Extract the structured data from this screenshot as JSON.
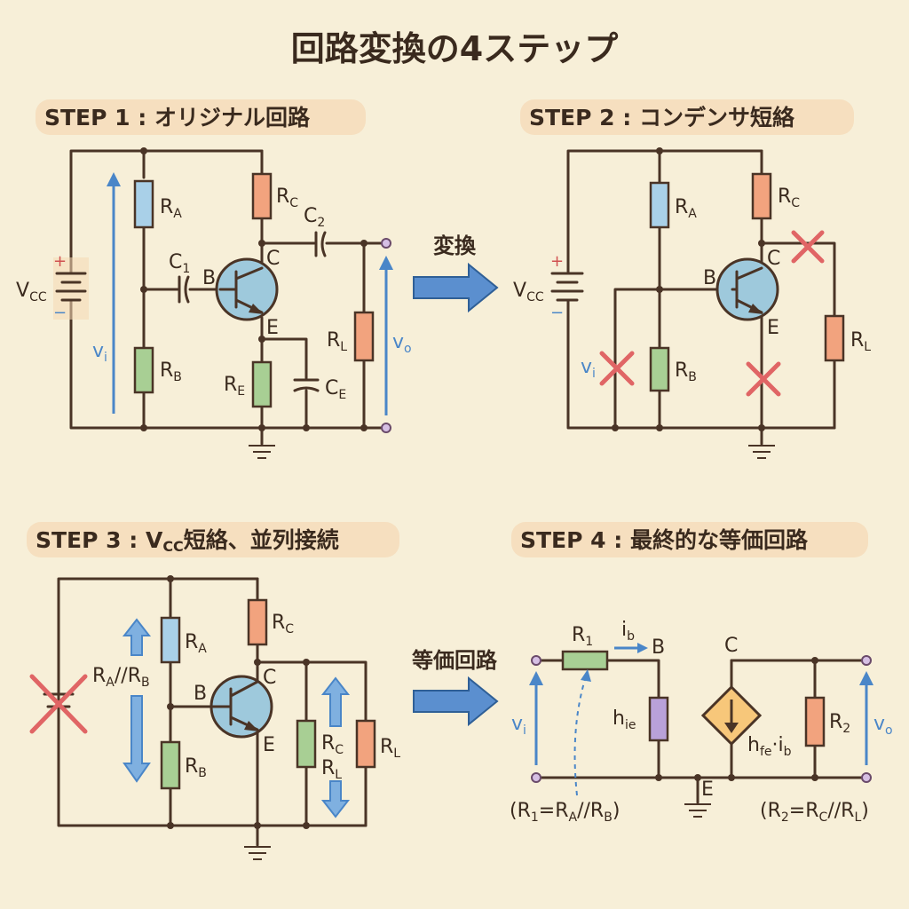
{
  "title": "回路変換の4ステップ",
  "steps": [
    {
      "label": "STEP 1 : オリジナル回路"
    },
    {
      "label": "STEP 2 : コンデンサ短絡"
    },
    {
      "label": "STEP 3 : V",
      "sub": "CC",
      "suffix": "短絡、並列接続"
    },
    {
      "label": "STEP 4 : 最終的な等価回路"
    }
  ],
  "arrows": {
    "a1": "変換",
    "a3": "等価回路"
  },
  "labels": {
    "R": "R",
    "V": "V",
    "v": "v",
    "i": "i",
    "h": "h",
    "C": "C",
    "sub_A": "A",
    "sub_B": "B",
    "sub_C": "C",
    "sub_E": "E",
    "sub_L": "L",
    "sub_CC": "CC",
    "sub_i": "i",
    "sub_o": "o",
    "sub_b": "b",
    "sub_1": "1",
    "sub_2": "2",
    "sub_ie": "ie",
    "sub_fe": "fe",
    "node_B": "B",
    "node_C": "C",
    "node_E": "E",
    "plus": "+",
    "minus": "−",
    "ra_rb": "R",
    "ra_rb_sub1": "A",
    "ra_rb_mid": "//R",
    "ra_rb_sub2": "B",
    "hfe_ib_tail": "·i",
    "r1_eq": "(R",
    "r1_eq_sub1": "1",
    "r1_eq_mid": "=R",
    "r1_eq_sub2": "A",
    "r1_eq_mid2": "//R",
    "r1_eq_sub3": "B",
    "paren_close": ")",
    "r2_eq": "(R",
    "r2_eq_sub1": "2",
    "r2_eq_mid": "=R",
    "r2_eq_sub2": "C",
    "r2_eq_mid2": "//R",
    "r2_eq_sub3": "L"
  },
  "colors": {
    "wire": "#4a3426",
    "res_blue": "#a9d0e8",
    "res_orange": "#f2a37e",
    "res_green": "#a8cf94",
    "res_purple": "#b9a1d9",
    "transistor": "#9ec9dc",
    "x_mark": "#e06565",
    "arrow_blue": "#4a86c8",
    "source_diamond": "#f7c77a",
    "highlight": "#f6dfbf"
  }
}
